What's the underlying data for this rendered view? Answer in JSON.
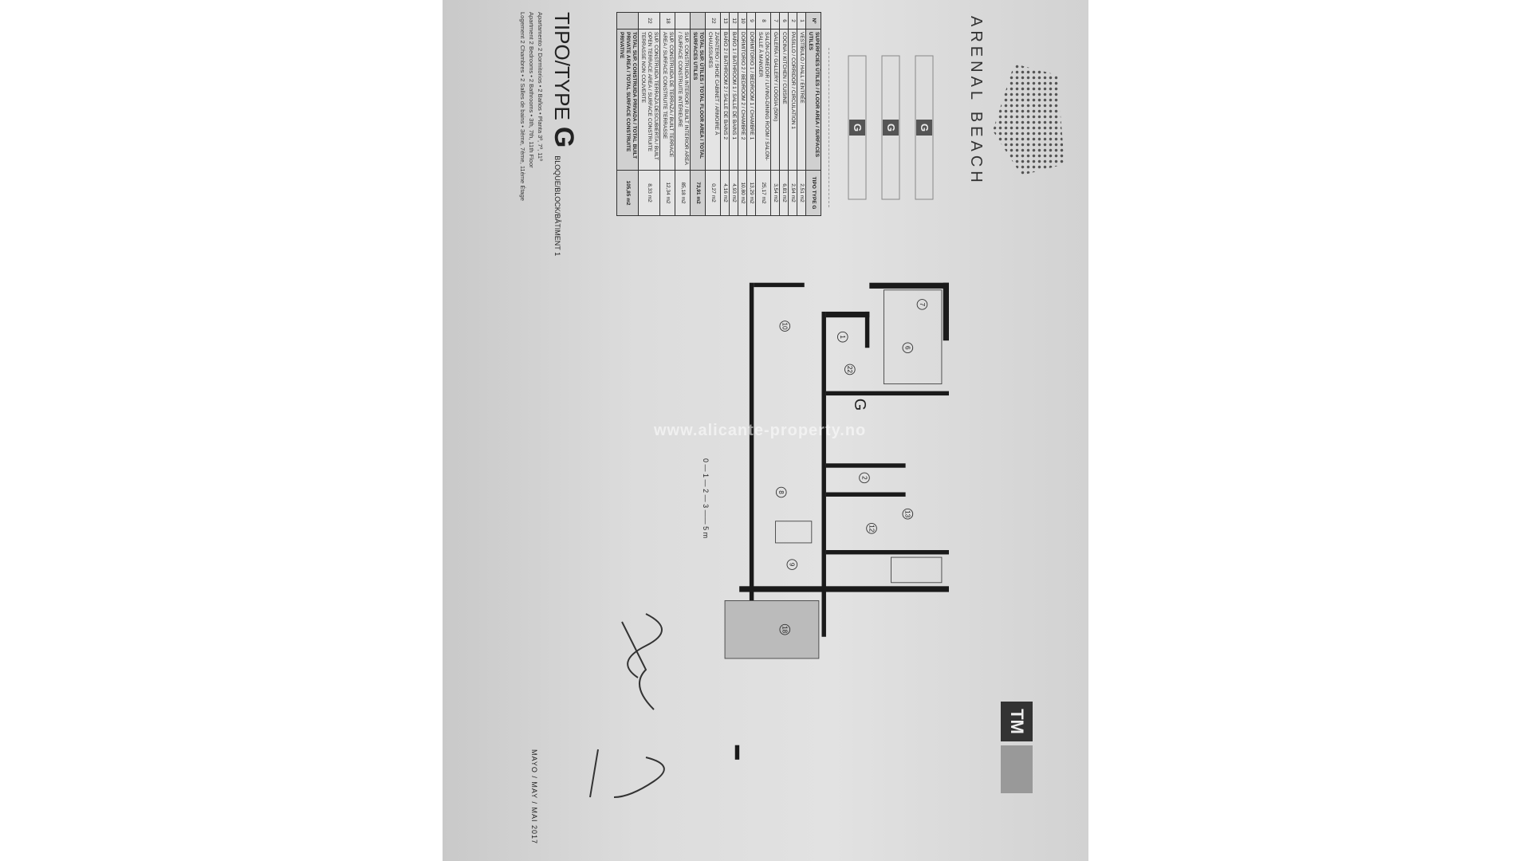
{
  "document": {
    "brand_logo": "ARENAL BEACH",
    "watermark": "www.alicante-property.no",
    "type_label": "TIPO/TYPE",
    "type_letter": "G",
    "block_label": "BLOQUE/BLOCK/BÂTIMENT 1",
    "caption": [
      "Apartamento 2 Dormitorios • 2 Baños • Planta 3ª, 7ª, 11ª",
      "Apartment 2 Bedrooms • 2 Bathrooms • 3th, 7th, 11th Floor",
      "Logement 2 Chambres • 2 Salles de bains • 3ème, 7ème, 11ème Étage"
    ],
    "date": "MAYO / MAY / MAI 2017",
    "architect_logo": "TM",
    "scale_labels": [
      "0",
      "1",
      "2",
      "3",
      "5 m"
    ],
    "keyplan_marks": [
      "G",
      "G",
      "G"
    ],
    "plan_type_mark": "G",
    "room_numbers": [
      "1",
      "2",
      "6",
      "7",
      "8",
      "9",
      "10",
      "12",
      "13",
      "18",
      "22"
    ]
  },
  "area_table": {
    "header": {
      "n": "Nº",
      "label": "SUPERFICIES ÚTILES / FLOOR AREA / SURFACES UTILES",
      "value": "TIPO TYPE G"
    },
    "rows": [
      {
        "n": "1",
        "label": "VESTÍBULO / HALL / ENTRÉE",
        "value": "2,51 m2"
      },
      {
        "n": "2",
        "label": "PASILLO / CORRIDOR / CIRCULATION 1",
        "value": "2,94 m2"
      },
      {
        "n": "6",
        "label": "COCINA / KITCHEN / CUISINE",
        "value": "6,81 m2"
      },
      {
        "n": "7",
        "label": "GALERÍA / GALLERY / LOGGIA (50%)",
        "value": "3,54 m2"
      },
      {
        "n": "8",
        "label": "SALÓN-COMEDOR / LIVING-DINING ROOM / SALON-SALLE À MANGER",
        "value": "25,17 m2"
      },
      {
        "n": "9",
        "label": "DORMITORIO 1 / BEDROOM 1 / CHAMBRE 1",
        "value": "13,29 m2"
      },
      {
        "n": "10",
        "label": "DORMITORIO 2 / BEDROOM 2 / CHAMBRE 2",
        "value": "10,80 m2"
      },
      {
        "n": "12",
        "label": "BAÑO 1 / BATHROOM 1 / SALLE DE BAINS 1",
        "value": "4,93 m2"
      },
      {
        "n": "13",
        "label": "BAÑO 2 / BATHROOM 2 / SALLE DE BAINS 2",
        "value": "4,16 m2"
      },
      {
        "n": "22",
        "label": "ZAPATERO / SHOE CABINET / ARMOIRE À CHAUSSURES",
        "value": "0,27 m2"
      }
    ],
    "total_useful": {
      "label": "TOTAL SUP. ÚTILES / TOTAL FLOOR AREA / TOTAL SURFACES UTILES",
      "value": "73,91 m2"
    },
    "built_interior": {
      "label": "SUP. CONSTRUIDA INTERIOR / BUILT INTERIOR AREA / SURFACE CONSTRUITE INTÉRIEURE",
      "value": "85,18 m2"
    },
    "built_terrace": {
      "n": "18",
      "label": "SUP. CONSTRUIDA DE TERRAZA / BUILT TERRACE AREA / SURFACE CONSTRUITE TERRASSE",
      "value": "12,34 m2"
    },
    "open_terrace": {
      "n": "22",
      "label": "SUP. CONSTRUIDA TERRAZA DESCUBIERTA / BUILT OPEN TERRACE AREA / SURFACE CONSTRUITE TERRASSE NON COUVERTE",
      "value": "8,33 m2"
    },
    "total_built": {
      "label": "TOTAL SUP. CONSTRUIDA PRIVADA / TOTAL BUILT PRIVATE AREA / TOTAL SURFACE CONSTRUITE PRIVATIVE",
      "value": "105,85 m2"
    }
  }
}
